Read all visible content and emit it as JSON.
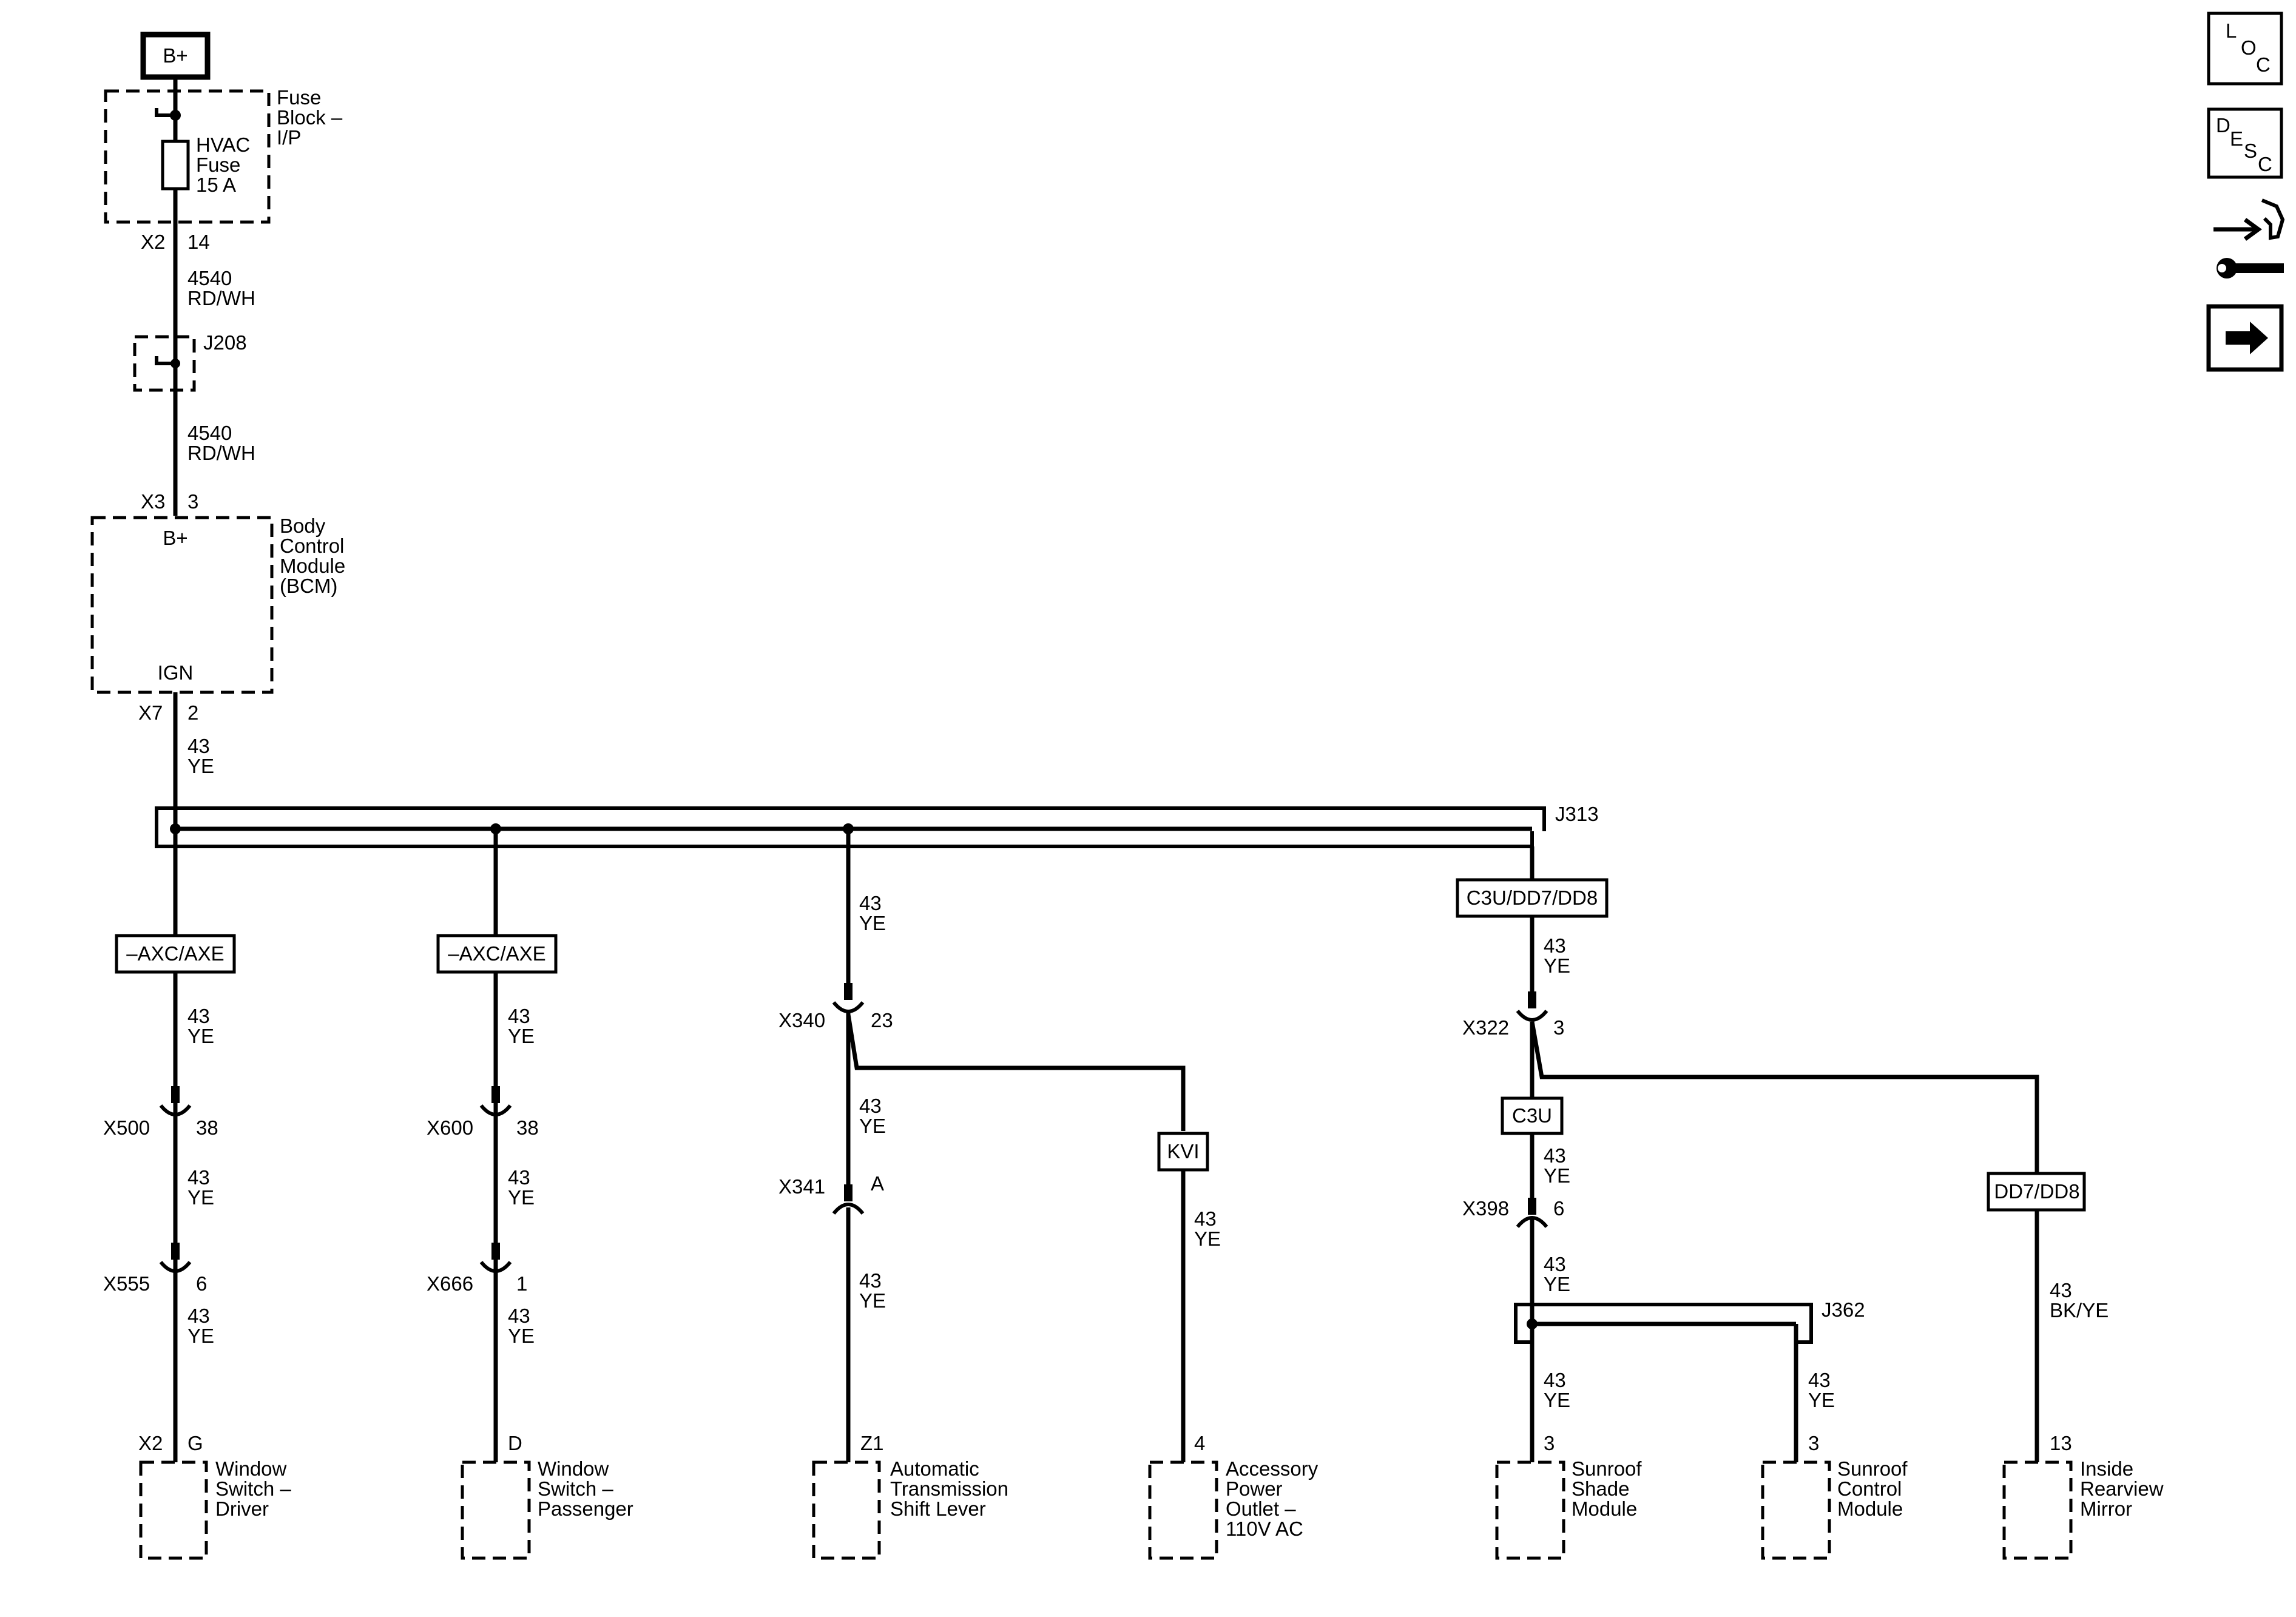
{
  "power": {
    "source_label": "B+",
    "fuse_block_label": [
      "Fuse",
      "Block –",
      "I/P"
    ],
    "fuse_label": [
      "HVAC",
      "Fuse",
      "15 A"
    ],
    "fuse_connector": "X2",
    "fuse_pin": "14",
    "wire1": [
      "4540",
      "RD/WH"
    ],
    "splice1": "J208",
    "wire2": [
      "4540",
      "RD/WH"
    ]
  },
  "bcm": {
    "connector_in": "X3",
    "pin_in": "3",
    "pin_in_label": "B+",
    "name": [
      "Body",
      "Control",
      "Module",
      "(BCM)"
    ],
    "pin_out_label": "IGN",
    "connector_out": "X7",
    "pin_out": "2",
    "wire": [
      "43",
      "YE"
    ]
  },
  "bus_splice": "J313",
  "branch_window_driver": {
    "option": "–AXC/AXE",
    "wire_a": [
      "43",
      "YE"
    ],
    "conn1": "X500",
    "conn1_pin": "38",
    "wire_b": [
      "43",
      "YE"
    ],
    "conn2": "X555",
    "conn2_pin": "6",
    "wire_c": [
      "43",
      "YE"
    ],
    "dev_conn": "X2",
    "dev_pin": "G",
    "device": [
      "Window",
      "Switch –",
      "Driver"
    ]
  },
  "branch_window_passenger": {
    "option": "–AXC/AXE",
    "wire_a": [
      "43",
      "YE"
    ],
    "conn1": "X600",
    "conn1_pin": "38",
    "wire_b": [
      "43",
      "YE"
    ],
    "conn2": "X666",
    "conn2_pin": "1",
    "wire_c": [
      "43",
      "YE"
    ],
    "dev_pin": "D",
    "device": [
      "Window",
      "Switch –",
      "Passenger"
    ]
  },
  "branch_shift_lever": {
    "wire_a": [
      "43",
      "YE"
    ],
    "conn1": "X340",
    "conn1_pin": "23",
    "wire_b": [
      "43",
      "YE"
    ],
    "conn2": "X341",
    "conn2_pin": "A",
    "wire_c": [
      "43",
      "YE"
    ],
    "dev_pin": "Z1",
    "device": [
      "Automatic",
      "Transmission",
      "Shift Lever"
    ]
  },
  "branch_power_outlet": {
    "option": "KVI",
    "wire": [
      "43",
      "YE"
    ],
    "dev_pin": "4",
    "device": [
      "Accessory",
      "Power",
      "Outlet –",
      "110V AC"
    ]
  },
  "branch_sunroof": {
    "option": "C3U/DD7/DD8",
    "wire_a": [
      "43",
      "YE"
    ],
    "conn1": "X322",
    "conn1_pin": "3",
    "option2": "C3U",
    "wire_b": [
      "43",
      "YE"
    ],
    "conn2": "X398",
    "conn2_pin": "6",
    "wire_c": [
      "43",
      "YE"
    ],
    "splice": "J362",
    "shade_wire": [
      "43",
      "YE"
    ],
    "shade_pin": "3",
    "shade_device": [
      "Sunroof",
      "Shade",
      "Module"
    ],
    "control_wire": [
      "43",
      "YE"
    ],
    "control_pin": "3",
    "control_device": [
      "Sunroof",
      "Control",
      "Module"
    ]
  },
  "branch_mirror": {
    "option": "DD7/DD8",
    "wire": [
      "43",
      "BK/YE"
    ],
    "dev_pin": "13",
    "device": [
      "Inside",
      "Rearview",
      "Mirror"
    ]
  },
  "side_icons": [
    {
      "name": "loc-icon",
      "letters": [
        "L",
        "O",
        "C"
      ]
    },
    {
      "name": "desc-icon",
      "letters": [
        "D",
        "E",
        "S",
        "C"
      ]
    },
    {
      "name": "tools-icon"
    },
    {
      "name": "next-arrow-icon"
    }
  ],
  "colors": {
    "ink": "#000000",
    "paper": "#ffffff"
  }
}
